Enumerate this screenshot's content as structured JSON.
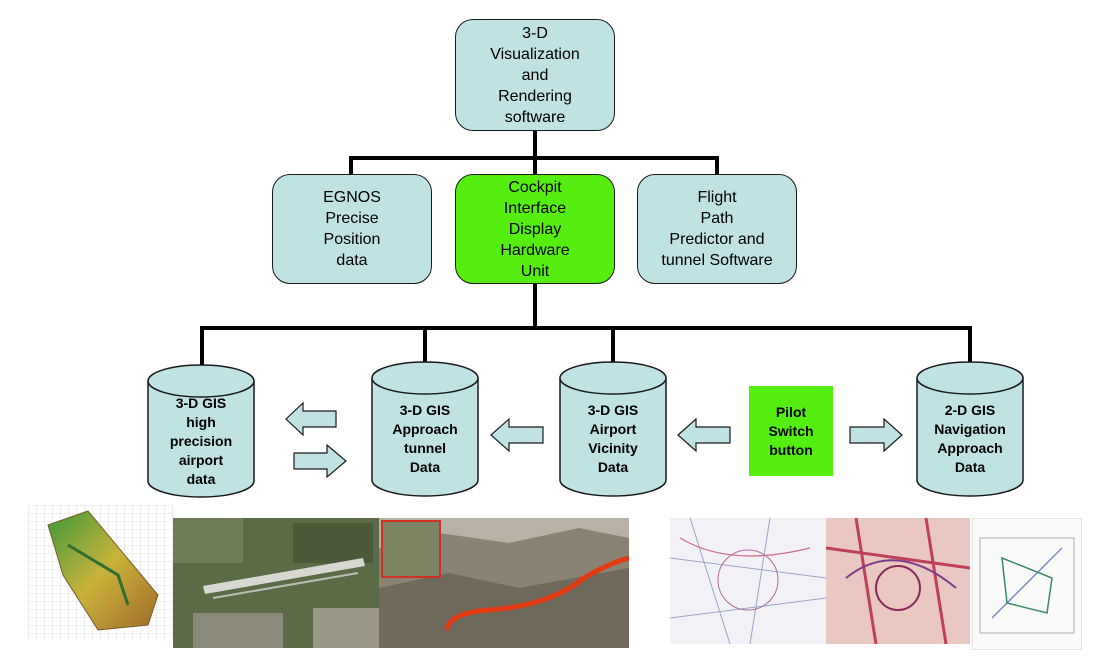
{
  "top_box": {
    "label": "3-D\nVisualization\nand\nRendering\nsoftware"
  },
  "middle_boxes": [
    {
      "label": "EGNOS\nPrecise\nPosition\ndata"
    },
    {
      "label": "Cockpit\nInterface\nDisplay\nHardware\nUnit"
    },
    {
      "label": "Flight\nPath\nPredictor and\ntunnel Software"
    }
  ],
  "databases": [
    {
      "label": "3-D GIS\nhigh\nprecision\nairport\ndata"
    },
    {
      "label": "3-D GIS\nApproach\ntunnel\nData"
    },
    {
      "label": "3-D GIS\nAirport\nVicinity\nData"
    },
    {
      "label": "2-D GIS\nNavigation\nApproach\nData"
    }
  ],
  "switch": {
    "label": "Pilot\nSwitch\nbutton"
  },
  "colors": {
    "box_fill": "#bfe2e2",
    "highlight_green": "#55ee11",
    "arrow_fill": "#bfe2e2",
    "connector": "#000000"
  },
  "images": [
    {
      "icon": "terrain-3d-model-image"
    },
    {
      "icon": "airport-satellite-image"
    },
    {
      "icon": "approach-terrain-image"
    },
    {
      "icon": "vfr-chart-image"
    },
    {
      "icon": "sectional-chart-image"
    },
    {
      "icon": "approach-plate-image"
    }
  ]
}
